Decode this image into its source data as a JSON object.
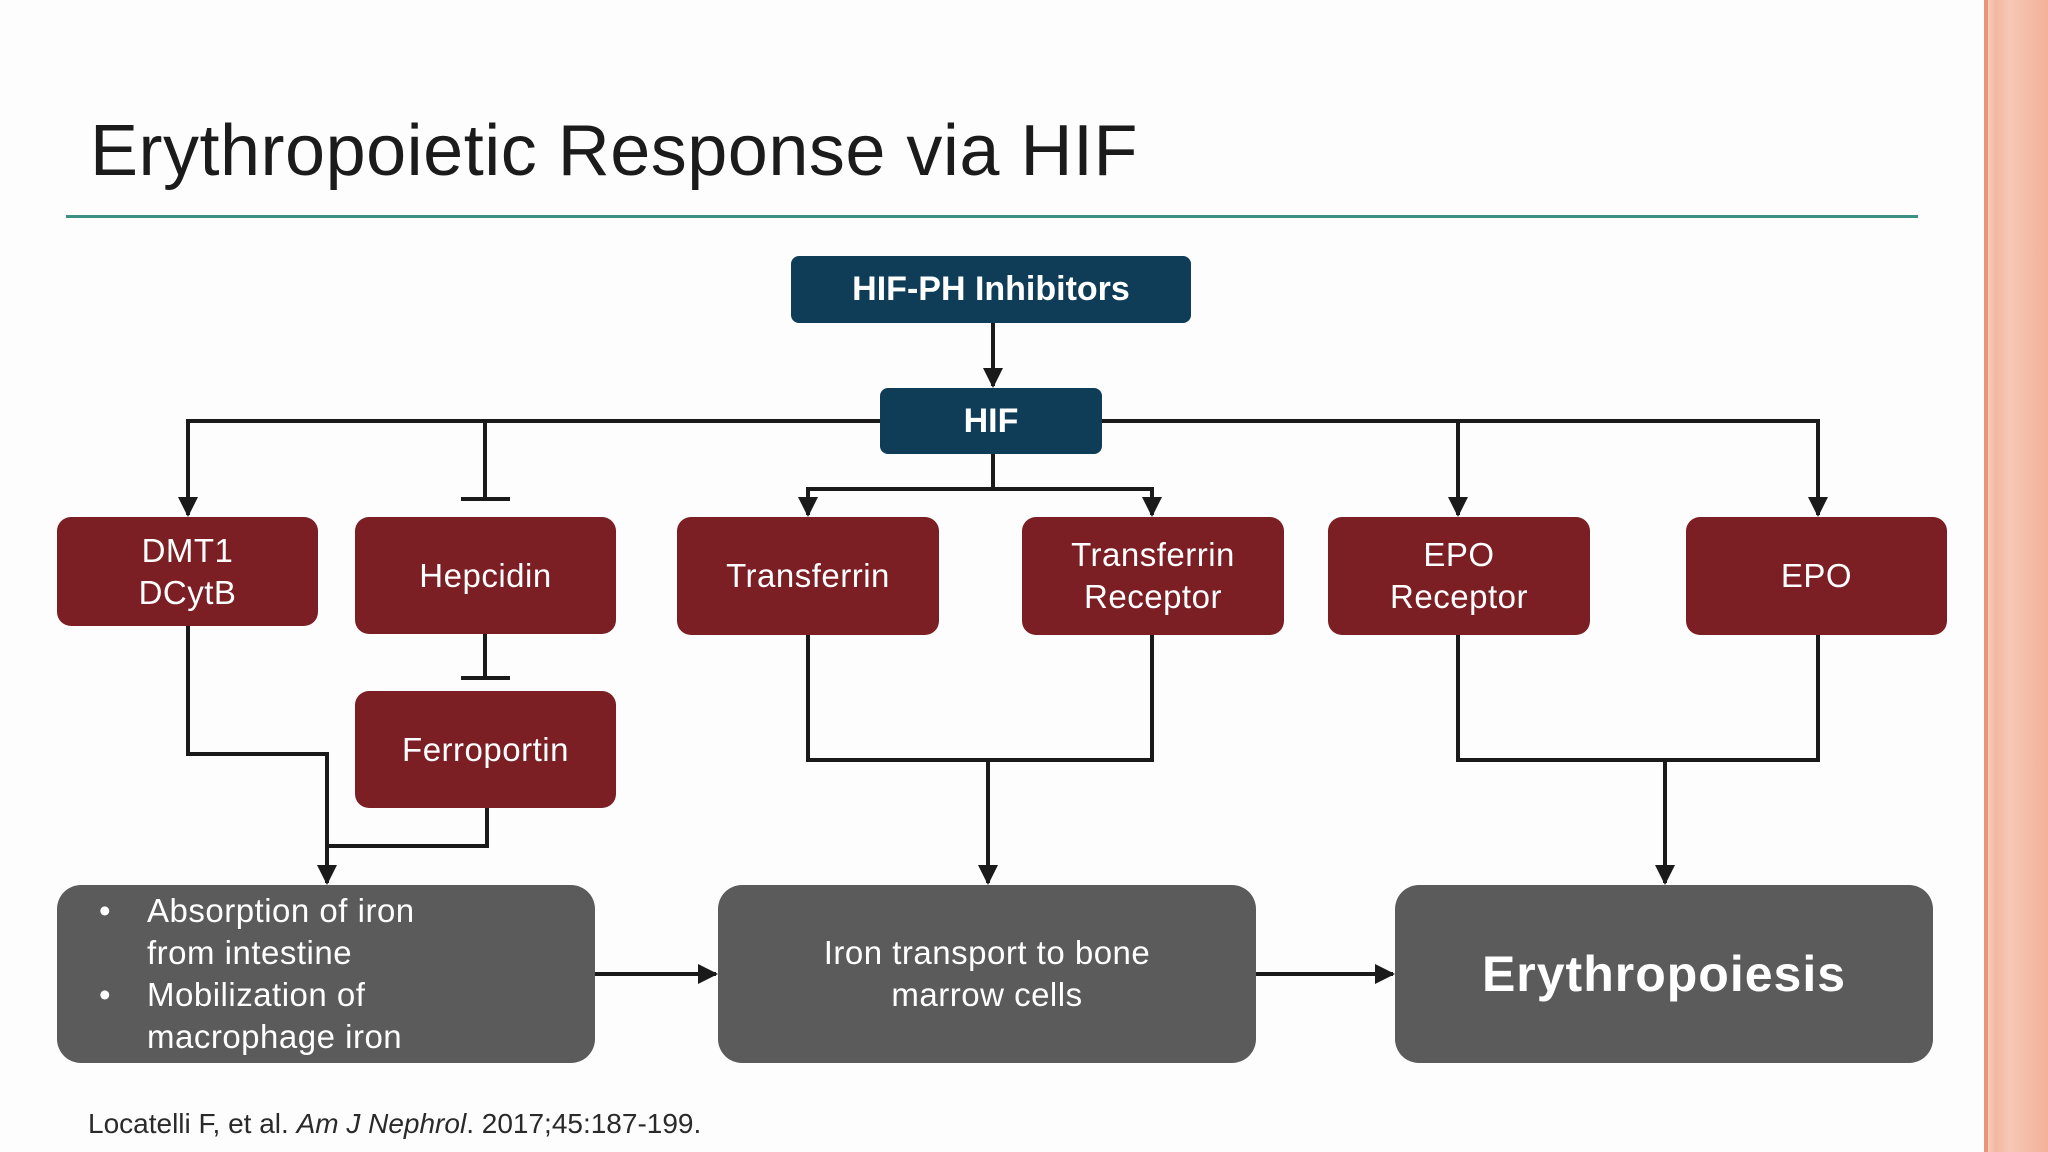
{
  "title": "Erythropoietic Response via HIF",
  "colors": {
    "navy_box": "#0f3d58",
    "maroon_box": "#7b1f24",
    "gray_box": "#5b5b5b",
    "title_rule": "#3d8f84",
    "accent_stripe": "#f2b79f"
  },
  "nodes": {
    "hif_ph_inhibitors": "HIF-PH Inhibitors",
    "hif": "HIF",
    "dmt1_dcytb": "DMT1\nDCytB",
    "hepcidin": "Hepcidin",
    "ferroportin": "Ferroportin",
    "transferrin": "Transferrin",
    "transferrin_receptor": "Transferrin\nReceptor",
    "epo_receptor": "EPO\nReceptor",
    "epo": "EPO"
  },
  "outcomes": {
    "absorption_bullets": [
      "Absorption of iron\nfrom intestine",
      "Mobilization of\nmacrophage iron"
    ],
    "iron_transport": "Iron transport to bone\nmarrow cells",
    "erythropoiesis": "Erythropoiesis"
  },
  "edges": [
    {
      "from": "HIF-PH Inhibitors",
      "to": "HIF",
      "type": "activates"
    },
    {
      "from": "HIF",
      "to": "DMT1 DCytB",
      "type": "activates"
    },
    {
      "from": "HIF",
      "to": "Hepcidin",
      "type": "inhibits"
    },
    {
      "from": "HIF",
      "to": "Transferrin",
      "type": "activates"
    },
    {
      "from": "HIF",
      "to": "Transferrin Receptor",
      "type": "activates"
    },
    {
      "from": "HIF",
      "to": "EPO Receptor",
      "type": "activates"
    },
    {
      "from": "HIF",
      "to": "EPO",
      "type": "activates"
    },
    {
      "from": "Hepcidin",
      "to": "Ferroportin",
      "type": "inhibits"
    },
    {
      "from": "DMT1 DCytB",
      "to": "Absorption of iron / Mobilization",
      "type": "activates"
    },
    {
      "from": "Ferroportin",
      "to": "Absorption of iron / Mobilization",
      "type": "activates"
    },
    {
      "from": "Transferrin + Transferrin Receptor",
      "to": "Iron transport to bone marrow cells",
      "type": "activates"
    },
    {
      "from": "EPO Receptor + EPO",
      "to": "Erythropoiesis",
      "type": "activates"
    },
    {
      "from": "Absorption of iron / Mobilization",
      "to": "Iron transport to bone marrow cells",
      "type": "activates"
    },
    {
      "from": "Iron transport to bone marrow cells",
      "to": "Erythropoiesis",
      "type": "activates"
    }
  ],
  "citation": {
    "authors": "Locatelli F, et al. ",
    "journal": "Am J Nephrol",
    "details": ". 2017;45:187-199."
  }
}
